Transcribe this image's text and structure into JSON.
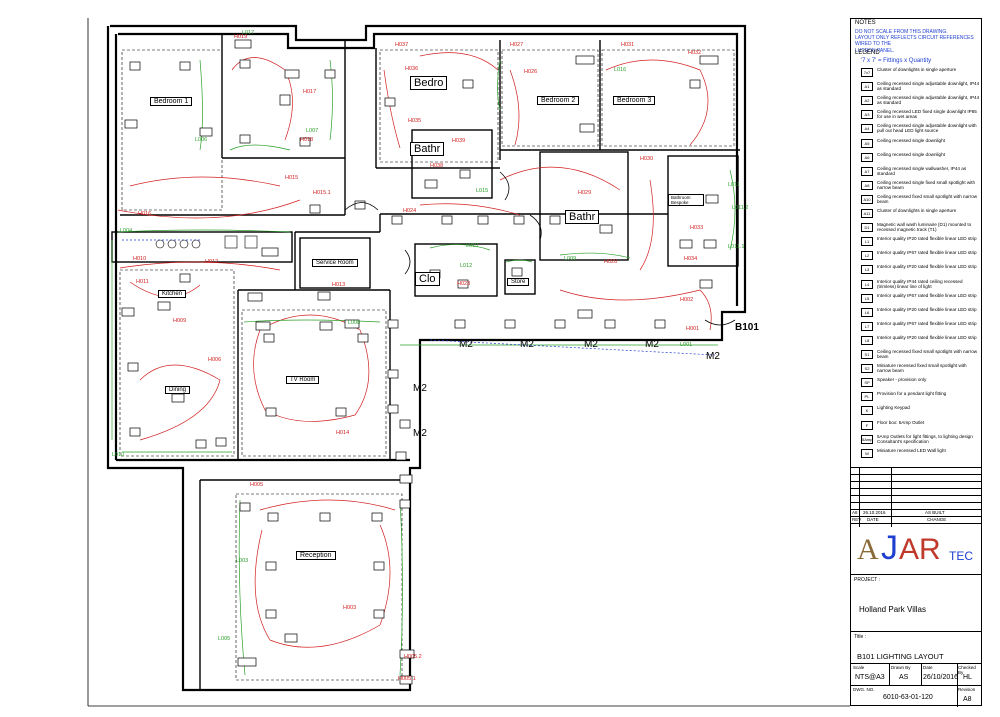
{
  "notes": {
    "header": "NOTES",
    "lines": [
      "DO NOT SCALE FROM THIS DRAWING.",
      "LAYOUT ONLY REFLECTS CIRCUIT REFERENCES WIRED TO THE",
      "LUTRON PANEL."
    ]
  },
  "legend": {
    "header": "LEGEND",
    "subheader": "'7 x 7' = Fittings x Quantity",
    "items": [
      {
        "sym": "7x7",
        "text": "Cluster of downlights in single aperture"
      },
      {
        "sym": "A1",
        "text": "Ceiling recessed single adjustable downlight, IP44 as standard"
      },
      {
        "sym": "A2",
        "text": "Ceiling recessed single adjustable downlight, IP44 as standard"
      },
      {
        "sym": "A3",
        "text": "Ceiling recessed LED fixed single downlight IP65 for use in wet areas"
      },
      {
        "sym": "A4",
        "text": "Ceiling recessed single adjustable downlight with pull out head LED light source"
      },
      {
        "sym": "A5",
        "text": "Ceiling recessed single downlight"
      },
      {
        "sym": "A6",
        "text": "Ceiling recessed single downlight"
      },
      {
        "sym": "A7",
        "text": "Ceiling recessed single wallwasher, IP44 as standard"
      },
      {
        "sym": "A8",
        "text": "Ceiling recessed single fixed small spotlight with narrow beam"
      },
      {
        "sym": "A10",
        "text": "Ceiling recessed fixed small spotlight with narrow beam"
      },
      {
        "sym": "A11",
        "text": "Cluster of downlights in single aperture"
      },
      {
        "sym": "D1",
        "text": "Magnetic wall wash luminaire (D1) mounted to recessed magnetic track (T1)"
      },
      {
        "sym": "L1",
        "text": "Interior quality IP20 rated flexible linear LED strip"
      },
      {
        "sym": "L2",
        "text": "Interior quality IP67 rated flexible linear LED strip"
      },
      {
        "sym": "L3",
        "text": "Interior quality IP20 rated flexible linear LED strip"
      },
      {
        "sym": "L4",
        "text": "Interior quality IP44 rated ceiling recessed (trimless) linear line of light"
      },
      {
        "sym": "L5",
        "text": "Interior quality IP67 rated flexible linear LED strip"
      },
      {
        "sym": "L6",
        "text": "Interior quality IP20 rated flexible linear LED strip"
      },
      {
        "sym": "L7",
        "text": "Interior quality IP67 rated flexible linear LED strip"
      },
      {
        "sym": "L8",
        "text": "Interior quality IP20 rated flexible linear LED strip"
      },
      {
        "sym": "S1",
        "text": "Ceiling recessed fixed small spotlight with narrow beam"
      },
      {
        "sym": "S2",
        "text": "Miniature recessed fixed small spotlight with narrow beam"
      },
      {
        "sym": "SP",
        "text": "Speaker - provision only"
      },
      {
        "sym": "PL",
        "text": "Provision for a pendant light fitting"
      },
      {
        "sym": "K",
        "text": "Lighting Keypad"
      },
      {
        "sym": "F",
        "text": "Floor box: 5Amp Outlet"
      },
      {
        "sym": "5Amp",
        "text": "5Amp Outlets for light fittings, to lighting design Consultant's specification"
      },
      {
        "sym": "W",
        "text": "Miniature recessed LED Wall light"
      }
    ]
  },
  "revisions": {
    "row": {
      "rev": "A8",
      "date": "26.10.2016",
      "desc": "AS BUILT"
    },
    "header": {
      "rev": "REV",
      "date": "DATE",
      "desc": "CHANGE"
    }
  },
  "logo": {
    "a": "A",
    "j": "J",
    "ar": "AR",
    "tec": "TEC"
  },
  "project": {
    "label": "PROJECT :",
    "name": "Holland Park Villas"
  },
  "title": {
    "label": "Title :",
    "name": "B101 LIGHTING LAYOUT"
  },
  "info": {
    "scale_label": "Scale",
    "scale": "NTS@A3",
    "drawn_label": "Drawn By",
    "drawn": "AS",
    "date_label": "Date",
    "date": "26/10/2016",
    "checked_label": "Checked By",
    "checked": "HL",
    "dwg_label": "DWG. NO.",
    "dwg": "6010-63-01-120",
    "rev_label": "Revision",
    "rev": "A8"
  },
  "rooms": [
    {
      "id": "bedroom1",
      "label": "Bedroom 1"
    },
    {
      "id": "bedro",
      "label": "Bedro"
    },
    {
      "id": "bedroom2",
      "label": "Bedroom 2"
    },
    {
      "id": "bedroom3",
      "label": "Bedroom 3"
    },
    {
      "id": "bathr1",
      "label": "Bathr"
    },
    {
      "id": "bathr2",
      "label": "Bathr"
    },
    {
      "id": "bathroom",
      "label": "Bathroom Bespoke"
    },
    {
      "id": "service",
      "label": "Service Room"
    },
    {
      "id": "clo",
      "label": "Clo"
    },
    {
      "id": "store",
      "label": "Store"
    },
    {
      "id": "kitchen",
      "label": "Kitchen"
    },
    {
      "id": "dining",
      "label": "Dining"
    },
    {
      "id": "tvroom",
      "label": "TV Room"
    },
    {
      "id": "reception",
      "label": "Reception"
    }
  ],
  "unit_label": "B101",
  "m2_labels": [
    "M2",
    "M2",
    "M2",
    "M2",
    "M2",
    "M2",
    "M2"
  ],
  "circuits": [
    "H001",
    "H002",
    "H003",
    "H005",
    "H005.1",
    "H005.2",
    "H006",
    "H008",
    "H009",
    "H010",
    "H011",
    "H012",
    "H013",
    "H014",
    "H015",
    "H015.1",
    "H016",
    "H017",
    "H018",
    "H019",
    "H020",
    "H021",
    "H022",
    "H023",
    "H024",
    "H026",
    "H027",
    "H028",
    "H029",
    "H030",
    "H031",
    "H032",
    "H033",
    "H034",
    "H035",
    "H036",
    "H037",
    "H038",
    "H039"
  ],
  "led_circuits": [
    "L001",
    "L002",
    "L003",
    "L004",
    "L005",
    "L006",
    "L007",
    "L008",
    "L009",
    "L010",
    "L011",
    "L011.1",
    "L011.2",
    "L012",
    "L013",
    "L015",
    "L016",
    "L017",
    "L018",
    "L020",
    "L021"
  ],
  "colors": {
    "circuit": "#d21f1f",
    "led": "#2aa02a",
    "wall": "#000000",
    "blue": "#1f3fd0"
  }
}
